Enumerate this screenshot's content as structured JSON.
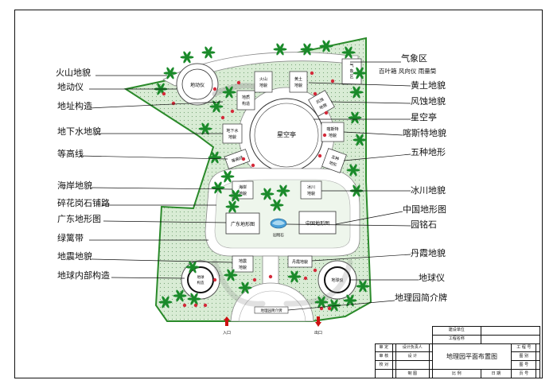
{
  "labels": {
    "left": [
      {
        "key": "volcano",
        "text": "火山地貌"
      },
      {
        "key": "seismograph",
        "text": "地动仪"
      },
      {
        "key": "geo_structure",
        "text": "地址构造"
      },
      {
        "key": "groundwater",
        "text": "地下水地貌"
      },
      {
        "key": "contour",
        "text": "等高线"
      },
      {
        "key": "coastal",
        "text": "海岸地貌"
      },
      {
        "key": "granite_path",
        "text": "碎花岗石铺路"
      },
      {
        "key": "guangdong_map",
        "text": "广东地形图"
      },
      {
        "key": "hedge",
        "text": "绿篱带"
      },
      {
        "key": "earthquake",
        "text": "地震地貌"
      },
      {
        "key": "earth_interior",
        "text": "地球内部构造"
      }
    ],
    "right": [
      {
        "key": "weather",
        "text": "气象区"
      },
      {
        "key": "weather_sub",
        "text": "百叶箱  风向仪  雨量筒"
      },
      {
        "key": "loess",
        "text": "黄土地貌"
      },
      {
        "key": "aeolian",
        "text": "风蚀地貌"
      },
      {
        "key": "sky_pavilion",
        "text": "星空亭"
      },
      {
        "key": "karst",
        "text": "喀斯特地貌"
      },
      {
        "key": "five_landforms",
        "text": "五种地形"
      },
      {
        "key": "glacier",
        "text": "冰川地貌"
      },
      {
        "key": "china_map",
        "text": "中国地形图"
      },
      {
        "key": "garden_stone",
        "text": "园铭石"
      },
      {
        "key": "danxia",
        "text": "丹霞地貌"
      },
      {
        "key": "globe",
        "text": "地球仪"
      },
      {
        "key": "intro_board",
        "text": "地理园简介牌"
      }
    ]
  },
  "map": {
    "seismograph_box": "地动仪",
    "volcano_box": "火山\n地貌",
    "structure_box": "地质\n构造",
    "loess_box": "黄土\n地貌",
    "weather_box": "气\n象\n区",
    "aeolian_box": "风蚀\n地貌",
    "sky_pavilion": "星空亭",
    "groundwater_box": "地下水\n地貌",
    "karst_box": "喀斯特\n地貌",
    "contour_box": "等高线",
    "five_box": "五种\n地形",
    "coastal_box": "海岸\n地貌",
    "glacier_box": "冰川\n地貌",
    "guangdong_box": "广东地形图",
    "china_box": "中国地形图",
    "garden_stone": "园铭石",
    "earthquake_box": "地震\n地貌",
    "danxia_box": "丹霞地貌",
    "earth_struct_box": "地球\n构造",
    "globe_box": "地球仪",
    "intro_box": "地理园简介牌",
    "entrance": "入口",
    "exit": "出口"
  },
  "title_block": {
    "build_unit": "建设单位",
    "project_name": "工程名称",
    "review": "审  定",
    "design_lead": "设计负责人",
    "audit": "审  核",
    "design": "设  计",
    "check": "校  对",
    "draw": "制  图",
    "scale": "比  例",
    "date": "日  期",
    "drawing_title": "地理园平面布置图",
    "project_no": "工 程 号",
    "drawing_type": "图  别",
    "drawing_no": "图  号",
    "sheet_no": "页  号"
  },
  "colors": {
    "grass": "#d6ead2",
    "tree": "#1a8a2a",
    "flower": "#d42a3a",
    "arrow": "#cc1111"
  }
}
